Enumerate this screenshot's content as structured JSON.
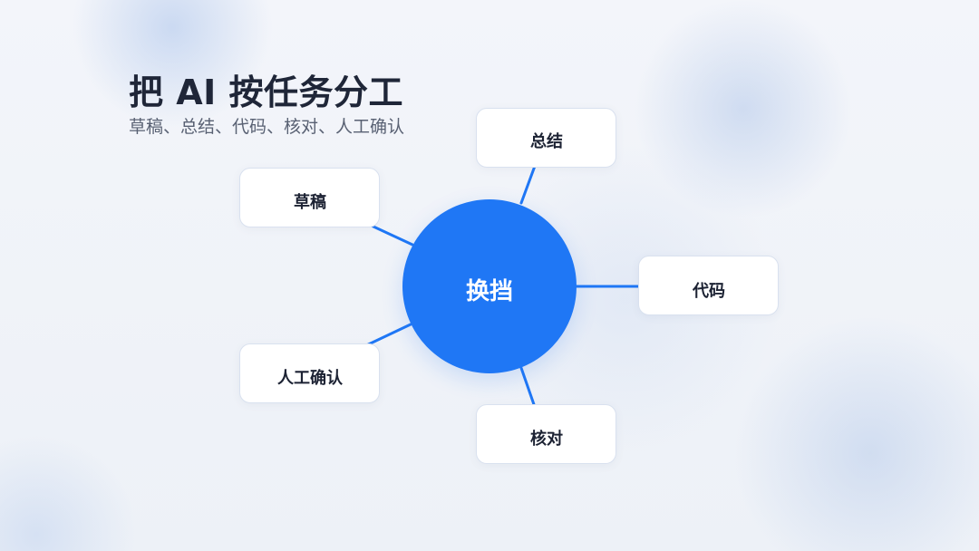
{
  "slide": {
    "title": "把 AI 按任务分工",
    "subtitle": "草稿、总结、代码、核对、人工确认"
  },
  "diagram": {
    "center_label": "换挡",
    "nodes": [
      {
        "key": "draft",
        "label": "草稿"
      },
      {
        "key": "summary",
        "label": "总结"
      },
      {
        "key": "code",
        "label": "代码"
      },
      {
        "key": "review",
        "label": "核对"
      },
      {
        "key": "human",
        "label": "人工确认"
      }
    ]
  },
  "colors": {
    "accent": "#1f77f5",
    "title": "#1f2638",
    "subtitle": "#596173",
    "node_border": "#d9e1ef",
    "background": "#eef2f8"
  }
}
